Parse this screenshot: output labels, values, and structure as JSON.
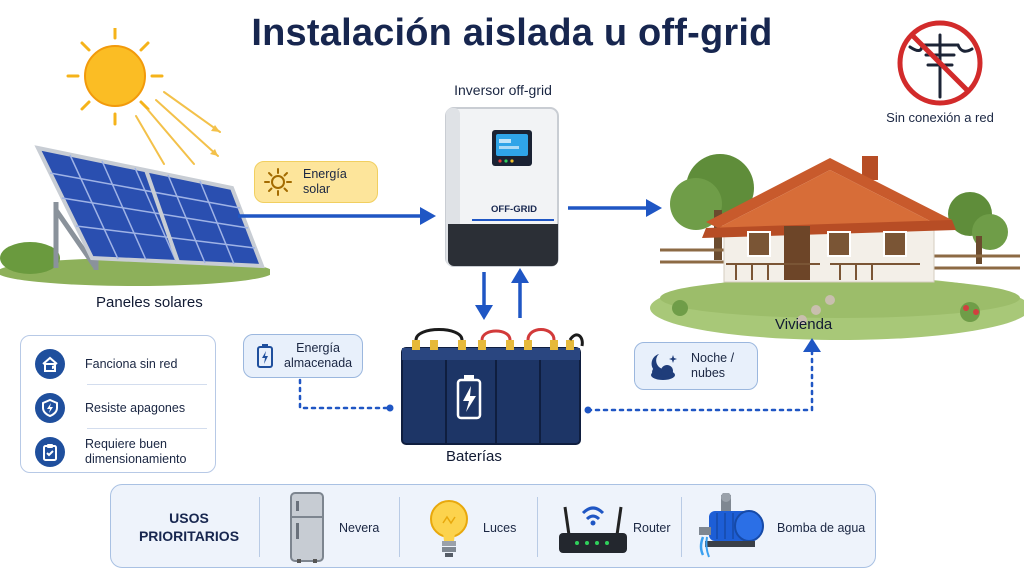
{
  "title": "Instalación aislada u off-grid",
  "no_grid": {
    "label": "Sin conexión a red",
    "icon": "power-pole-crossed-icon"
  },
  "panels": {
    "label": "Paneles solares"
  },
  "solar_energy": {
    "label_line1": "Energía",
    "label_line2": "solar",
    "icon": "sun-icon"
  },
  "inverter": {
    "label": "Inversor off-grid",
    "screen_text": "OFF-GRID"
  },
  "house": {
    "label": "Vivienda"
  },
  "stored_energy": {
    "label_line1": "Energía",
    "label_line2": "almacenada",
    "icon": "battery-icon"
  },
  "batteries": {
    "label": "Baterías"
  },
  "night": {
    "label_line1": "Noche /",
    "label_line2": "nubes",
    "icon": "moon-cloud-icon"
  },
  "features": [
    {
      "label_line1": "Fanciona sin red",
      "label_line2": "",
      "icon": "house-leaf-icon"
    },
    {
      "label_line1": "Resiste apagones",
      "label_line2": "",
      "icon": "shield-bolt-icon"
    },
    {
      "label_line1": "Requiere buen",
      "label_line2": "dimensionamiento",
      "icon": "clipboard-check-icon"
    }
  ],
  "uses": {
    "title_line1": "USOS",
    "title_line2": "PRIORITARIOS",
    "items": [
      {
        "label": "Nevera",
        "icon": "fridge-icon"
      },
      {
        "label": "Luces",
        "icon": "lightbulb-icon"
      },
      {
        "label": "Router",
        "icon": "router-icon"
      },
      {
        "label": "Bomba de agua",
        "icon": "water-pump-icon"
      }
    ]
  },
  "colors": {
    "arrow": "#1f56c4",
    "accent": "#17264f",
    "panel": "#1f3f9c",
    "battery": "#1d3566",
    "roof": "#c85a2c"
  }
}
